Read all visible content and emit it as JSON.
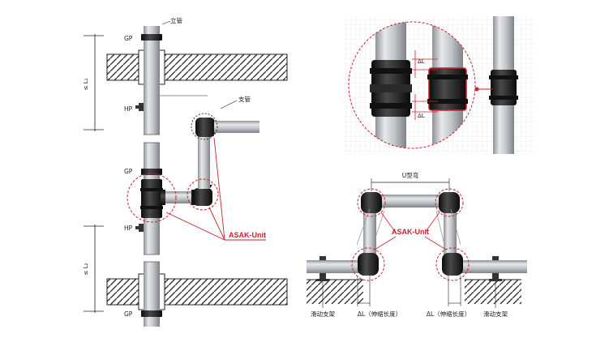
{
  "labels": {
    "riser": "立管",
    "branch": "支管",
    "gp": "GP",
    "hp": "HP",
    "asak_unit": "ASAK-Unit",
    "delta_l": "ΔL",
    "u_bend": "U型弯",
    "sliding_support": "滑动支架",
    "delta_l_expansion": "ΔL（伸缩长度）",
    "l1": "≤ L₁",
    "l2": "≤ L₂"
  },
  "colors": {
    "pipe": "#c9ccd0",
    "fitting": "#1e1e1e",
    "accent_red": "#c8232c",
    "grid": "#e3e3e3"
  }
}
